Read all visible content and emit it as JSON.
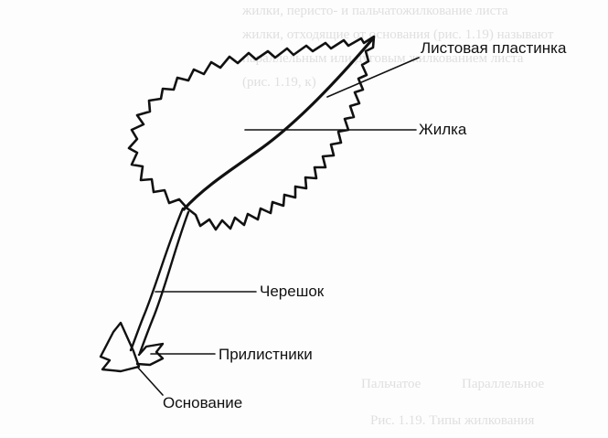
{
  "labels": {
    "blade": "Листовая пластинка",
    "vein": "Жилка",
    "petiole": "Черешок",
    "stipules": "Прилистники",
    "base": "Основание"
  },
  "background_text": {
    "line1": "жилки, перисто- и пальчатожилкование листа",
    "line2": "жилки, отходящие от основания (рис. 1.19) называют",
    "line3": "параллельным или дуговым жилкованием листа",
    "line4": "(рис. 1.19, к)",
    "caption_left": "Пальчатое",
    "caption_right": "Параллельное",
    "figure_caption": "Рис. 1.19. Типы жилкования"
  },
  "colors": {
    "ink": "#111111",
    "ghost_text": "#c8c8c8",
    "paper": "#fdfdfd"
  }
}
